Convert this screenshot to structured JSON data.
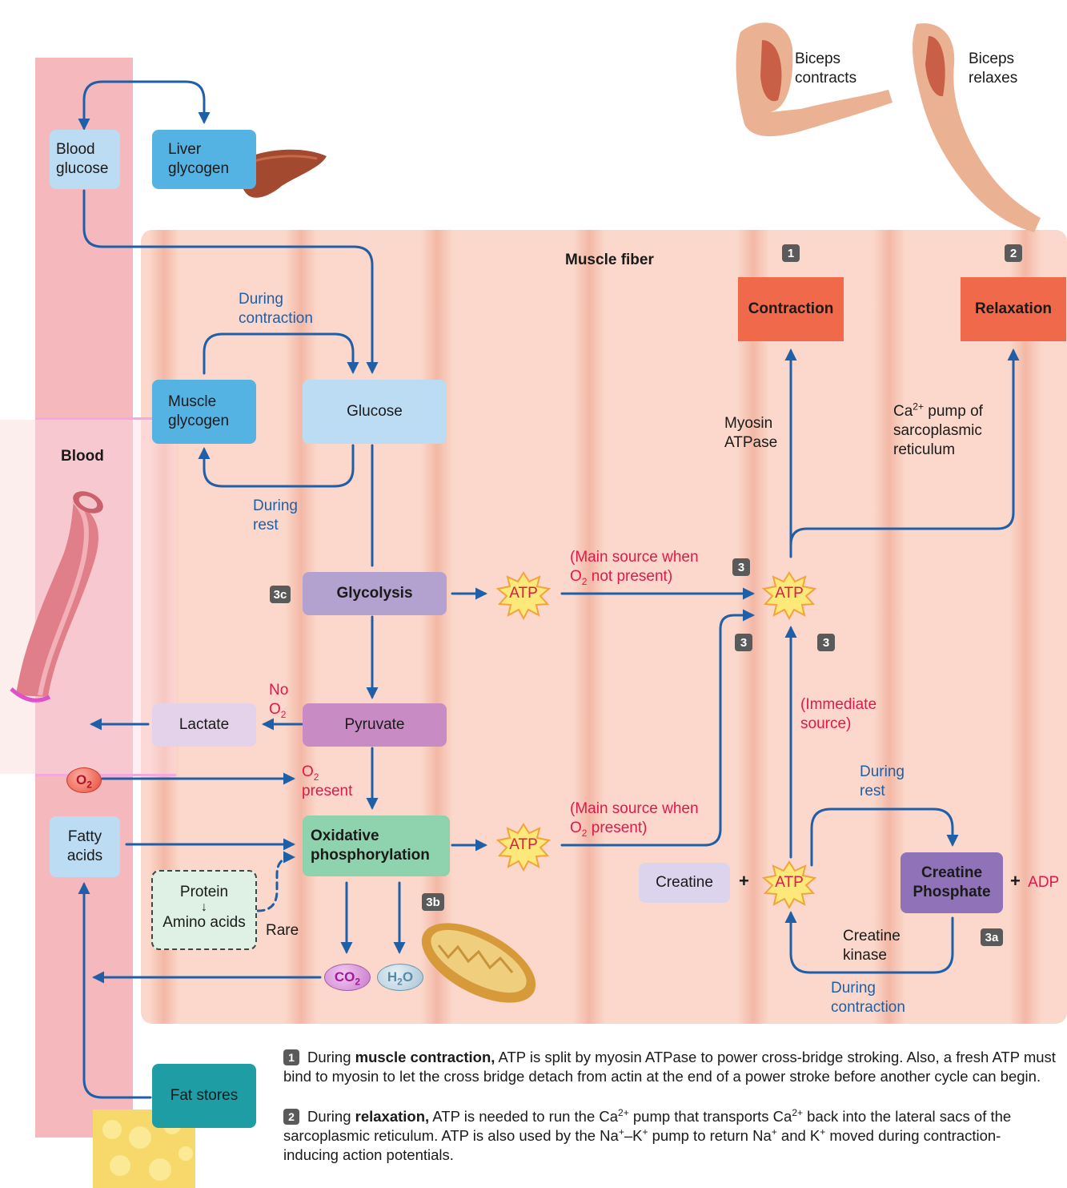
{
  "blood_column": {
    "label": "Blood"
  },
  "blood_glucose": {
    "l1": "Blood",
    "l2": "glucose"
  },
  "liver_glycogen": {
    "l1": "Liver",
    "l2": "glycogen"
  },
  "biceps": {
    "contracts_l1": "Biceps",
    "contracts_l2": "contracts",
    "relaxes_l1": "Biceps",
    "relaxes_l2": "relaxes"
  },
  "muscle_fiber": {
    "title": "Muscle fiber"
  },
  "boxes": {
    "contraction": "Contraction",
    "relaxation": "Relaxation",
    "muscle_glycogen_l1": "Muscle",
    "muscle_glycogen_l2": "glycogen",
    "glucose": "Glucose",
    "glycolysis": "Glycolysis",
    "pyruvate": "Pyruvate",
    "lactate": "Lactate",
    "oxphos_l1": "Oxidative",
    "oxphos_l2": "phosphorylation",
    "fatty_acids_l1": "Fatty",
    "fatty_acids_l2": "acids",
    "protein": "Protein",
    "amino_acids": "Amino acids",
    "creatine": "Creatine",
    "creatine_phosphate_l1": "Creatine",
    "creatine_phosphate_l2": "Phosphate",
    "fat_stores": "Fat stores"
  },
  "atp": "ATP",
  "molecules": {
    "o2": "O",
    "o2_sub": "2",
    "co2": "CO",
    "co2_sub": "2",
    "h2o_a": "H",
    "h2o_sub": "2",
    "h2o_b": "O"
  },
  "labels": {
    "during_contraction_top_l1": "During",
    "during_contraction_top_l2": "contraction",
    "during_rest_top_l1": "During",
    "during_rest_top_l2": "rest",
    "myosin_l1": "Myosin",
    "myosin_l2": "ATPase",
    "ca_pump_pre": "Ca",
    "ca_pump_sup": "2+",
    "ca_pump_post": " pump of",
    "ca_pump_l2": "sarcoplasmic",
    "ca_pump_l3": "reticulum",
    "main_no_o2_l1": "(Main source when",
    "main_no_o2_a": "O",
    "main_no_o2_sub": "2",
    "main_no_o2_b": " not present)",
    "main_o2_l1": "(Main source when",
    "main_o2_a": "O",
    "main_o2_sub": "2",
    "main_o2_b": " present)",
    "immediate_l1": "(Immediate",
    "immediate_l2": "source)",
    "no_o2_l1": "No",
    "no_o2_a": "O",
    "no_o2_sub": "2",
    "o2_present_a": "O",
    "o2_present_sub": "2",
    "o2_present_l2": "present",
    "rare": "Rare",
    "during_rest_cp_l1": "During",
    "during_rest_cp_l2": "rest",
    "creatine_kinase_l1": "Creatine",
    "creatine_kinase_l2": "kinase",
    "during_contraction_cp_l1": "During",
    "during_contraction_cp_l2": "contraction",
    "plus": "+",
    "adp": "ADP"
  },
  "badges": {
    "b1": "1",
    "b2": "2",
    "b3": "3",
    "b3a": "3a",
    "b3b": "3b",
    "b3c": "3c"
  },
  "notes": {
    "n1_num": "1",
    "n1_a": "During ",
    "n1_bold": "muscle contraction,",
    "n1_b": " ATP is split by myosin ATPase to power cross-bridge stroking. Also, a fresh ATP must bind to myosin to let the cross bridge detach from actin at the end of a power stroke before another cycle can begin.",
    "n2_num": "2",
    "n2_a": "During ",
    "n2_bold": "relaxation,",
    "n2_b": " ATP is needed to run the Ca",
    "n2_sup1": "2+",
    "n2_c": " pump that transports Ca",
    "n2_sup2": "2+",
    "n2_d": " back into the lateral sacs of the sarcoplasmic reticulum. ATP is also used by the Na",
    "n2_sup3": "+",
    "n2_e": "–K",
    "n2_sup4": "+",
    "n2_f": " pump to return Na",
    "n2_sup5": "+",
    "n2_g": " and K",
    "n2_sup6": "+",
    "n2_h": " moved during  contraction-inducing action potentials."
  },
  "colors": {
    "blood": "#f4b8bd",
    "fiber": "#fbd8cb",
    "arrow": "#1f5fa8",
    "red_text": "#e2174b",
    "contraction_box": "#f0694a",
    "glucose_box": "#bcdcf4",
    "liver_box": "#55b3e4",
    "glycolysis_box": "#b3a2cf",
    "pyruvate_box": "#c98bc4",
    "oxphos_box": "#8fd2ae",
    "creatine_phosphate_box": "#8f72b8",
    "fat_stores_box": "#1e9ea4"
  }
}
